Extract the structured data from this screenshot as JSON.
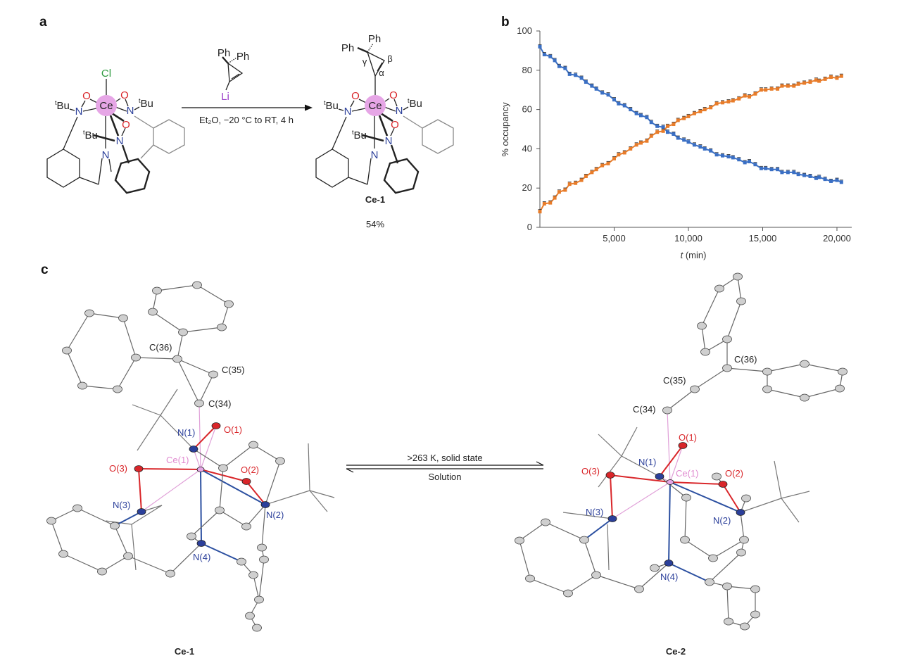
{
  "panels": {
    "a": "a",
    "b": "b",
    "c": "c"
  },
  "scheme": {
    "start_atoms": {
      "cl": "Cl",
      "ce": "Ce",
      "o": "O",
      "n": "N",
      "tbu_sup": "t",
      "tbu": "Bu"
    },
    "reagent": {
      "ph": "Ph",
      "li": "Li"
    },
    "conditions": "Et₂O, −20 °C to RT, 4 h",
    "product_atoms": {
      "alpha": "α",
      "beta": "β",
      "gamma": "γ"
    },
    "product_name": "Ce-1",
    "product_yield": "54%"
  },
  "equilibrium": {
    "forward": ">263 K, solid state",
    "reverse": "Solution"
  },
  "structures": {
    "left_name": "Ce-1",
    "right_name": "Ce-2",
    "labels": {
      "c36": "C(36)",
      "c35": "C(35)",
      "c34": "C(34)",
      "n1": "N(1)",
      "o1": "O(1)",
      "ce1": "Ce(1)",
      "o3": "O(3)",
      "o2": "O(2)",
      "n3": "N(3)",
      "n2": "N(2)",
      "n4": "N(4)"
    }
  },
  "colors": {
    "blue_series": "#3a6fc4",
    "orange_series": "#e87c2a",
    "oxygen": "#d9262a",
    "nitrogen": "#2b3f9a",
    "cerium": "#e6a6e6",
    "chlorine": "#2e9a3e",
    "lithium": "#9a3ec8"
  },
  "chart_data": {
    "type": "line",
    "title": "",
    "xlabel_italic": "t",
    "xlabel": " (min)",
    "ylabel": "% occupancy",
    "xlim": [
      0,
      21000
    ],
    "ylim": [
      0,
      100
    ],
    "xticks": [
      "5,000",
      "10,000",
      "15,000",
      "20,000"
    ],
    "xtick_values": [
      5000,
      10000,
      15000,
      20000
    ],
    "yticks": [
      "0",
      "20",
      "40",
      "60",
      "80",
      "100"
    ],
    "ytick_values": [
      0,
      20,
      40,
      60,
      80,
      100
    ],
    "x": [
      0,
      300,
      700,
      1000,
      1300,
      1700,
      2000,
      2400,
      2800,
      3100,
      3500,
      3800,
      4200,
      4600,
      5000,
      5300,
      5700,
      6100,
      6500,
      6800,
      7200,
      7500,
      7900,
      8300,
      8600,
      9000,
      9300,
      9700,
      10000,
      10400,
      10800,
      11100,
      11500,
      11900,
      12300,
      12700,
      13000,
      13400,
      13800,
      14100,
      14500,
      14900,
      15200,
      15600,
      16000,
      16300,
      16700,
      17100,
      17400,
      17800,
      18200,
      18600,
      18800,
      19200,
      19600,
      20000,
      20300
    ],
    "series": [
      {
        "name": "blue",
        "color": "#3a6fc4",
        "values": [
          92,
          88,
          87,
          85,
          82,
          81,
          78,
          77.5,
          76,
          74,
          72,
          70.5,
          68.5,
          67.5,
          65,
          63,
          62,
          60,
          58,
          57,
          56,
          53.5,
          51.5,
          51,
          48.5,
          47.5,
          45.5,
          44.5,
          43.5,
          42,
          41,
          40,
          39,
          37,
          36.5,
          36,
          35.5,
          34.5,
          33,
          33.5,
          32,
          30,
          30,
          29.5,
          29.5,
          28,
          28,
          28,
          27,
          26.5,
          26,
          25,
          25.5,
          24.5,
          23.5,
          24,
          23
        ]
      },
      {
        "name": "orange",
        "color": "#e87c2a",
        "values": [
          8,
          12,
          12.5,
          15,
          18,
          19,
          22,
          22.5,
          24,
          26,
          28,
          29.5,
          31.5,
          32.5,
          35,
          37,
          38,
          40,
          42,
          43,
          44,
          46.5,
          48.5,
          49,
          51.5,
          52.5,
          54.5,
          55.5,
          56.5,
          58,
          59,
          60,
          61,
          63,
          63.5,
          64,
          64.5,
          65.5,
          67,
          66.5,
          68,
          70,
          70,
          70.5,
          70.5,
          72,
          72,
          72,
          73,
          73.5,
          74,
          75,
          74.5,
          75.5,
          76.5,
          76,
          77
        ]
      }
    ],
    "error_bars": true,
    "grid": false,
    "legend": "none"
  }
}
